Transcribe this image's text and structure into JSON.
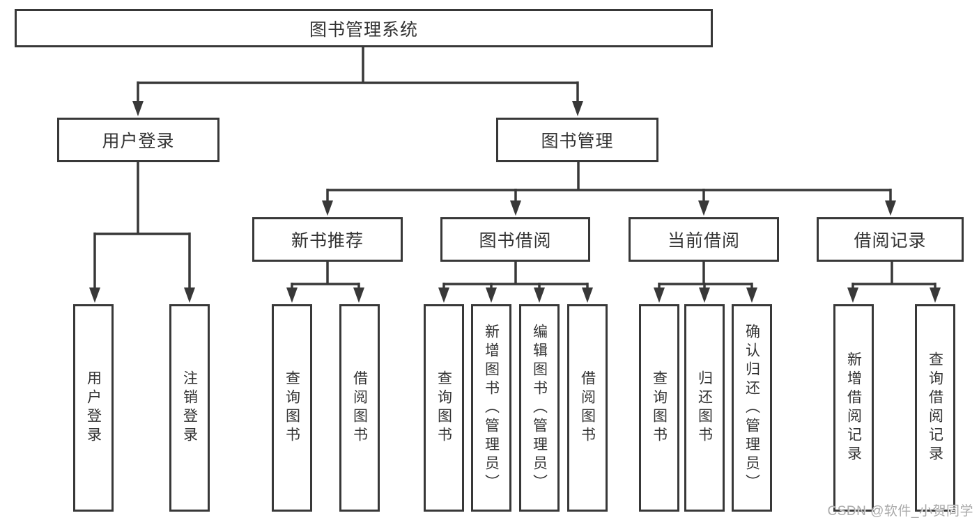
{
  "tree": {
    "root": {
      "label": "图书管理系统"
    },
    "children": [
      {
        "label": "用户登录",
        "children": [
          {
            "label": "用户登录"
          },
          {
            "label": "注销登录"
          }
        ]
      },
      {
        "label": "图书管理",
        "children": [
          {
            "label": "新书推荐",
            "children": [
              {
                "label": "查询图书"
              },
              {
                "label": "借阅图书"
              }
            ]
          },
          {
            "label": "图书借阅",
            "children": [
              {
                "label": "查询图书"
              },
              {
                "label": "新增图书（管理员）"
              },
              {
                "label": "编辑图书（管理员）"
              },
              {
                "label": "借阅图书"
              }
            ]
          },
          {
            "label": "当前借阅",
            "children": [
              {
                "label": "查询图书"
              },
              {
                "label": "归还图书"
              },
              {
                "label": "确认归还（管理员）"
              }
            ]
          },
          {
            "label": "借阅记录",
            "children": [
              {
                "label": "新增借阅记录"
              },
              {
                "label": "查询借阅记录"
              }
            ]
          }
        ]
      }
    ]
  },
  "watermark": {
    "text": "CSDN @软件_小贺同学"
  },
  "colors": {
    "line": "#383838",
    "text": "#333333",
    "box_fill": "#ffffff",
    "watermark": "#a9a9a9"
  }
}
